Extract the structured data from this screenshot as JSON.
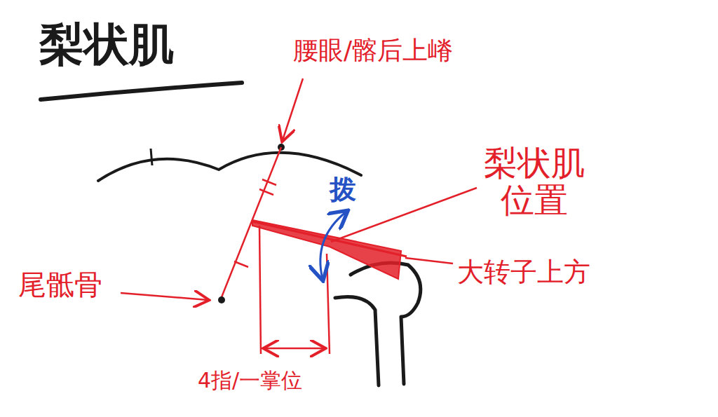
{
  "diagram": {
    "title": "梨状肌",
    "labels": [
      "腰眼/髂后上嵴",
      "梨状肌位置",
      "拨",
      "大转子上方",
      "尾骶骨",
      "4指/一掌位"
    ]
  }
}
